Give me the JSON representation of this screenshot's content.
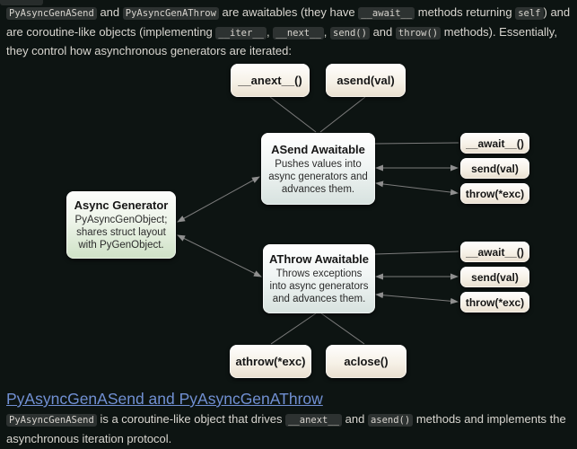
{
  "page": {
    "bg_color": "#0d1412",
    "text_color": "#d9d6d0",
    "link_color": "#7190d3",
    "code_bg_color": "#2d3231"
  },
  "intro": {
    "segments": [
      {
        "type": "code",
        "text": "PyAsyncGenASend"
      },
      {
        "type": "text",
        "text": " and "
      },
      {
        "type": "code",
        "text": "PyAsyncGenAThrow"
      },
      {
        "type": "text",
        "text": " are awaitables (they have "
      },
      {
        "type": "code",
        "text": "__await__"
      },
      {
        "type": "text",
        "text": " methods returning "
      },
      {
        "type": "code",
        "text": "self"
      },
      {
        "type": "text",
        "text": ") and are coroutine-like objects (implementing "
      },
      {
        "type": "code",
        "text": "__iter__"
      },
      {
        "type": "text",
        "text": ", "
      },
      {
        "type": "code",
        "text": "__next__"
      },
      {
        "type": "text",
        "text": ", "
      },
      {
        "type": "code",
        "text": "send()"
      },
      {
        "type": "text",
        "text": " and "
      },
      {
        "type": "code",
        "text": "throw()"
      },
      {
        "type": "text",
        "text": " methods). Essentially, they control how asynchronous generators are iterated:"
      }
    ]
  },
  "diagram": {
    "anext_pill": "__anext__()",
    "asend_pill": "asend(val)",
    "asend_awaitable": {
      "title": "ASend Awaitable",
      "desc": "Pushes values into async generators and advances them."
    },
    "async_generator": {
      "title": "Async Generator",
      "desc": "PyAsyncGenObject; shares struct layout with PyGenObject."
    },
    "athrow_awaitable": {
      "title": "AThrow Awaitable",
      "desc": "Throws exceptions into async generators and advances them."
    },
    "asend_methods": [
      "__await__()",
      "send(val)",
      "throw(*exc)"
    ],
    "athrow_methods": [
      "__await__()",
      "send(val)",
      "throw(*exc)"
    ],
    "athrow_pill": "athrow(*exc)",
    "aclose_pill": "aclose()",
    "line_color": "#7b7b7b"
  },
  "heading": {
    "text": "PyAsyncGenASend and PyAsyncGenAThrow"
  },
  "outro": {
    "segments": [
      {
        "type": "code",
        "text": "PyAsyncGenASend"
      },
      {
        "type": "text",
        "text": " is a coroutine-like object that drives "
      },
      {
        "type": "code",
        "text": "__anext__"
      },
      {
        "type": "text",
        "text": " and "
      },
      {
        "type": "code",
        "text": "asend()"
      },
      {
        "type": "text",
        "text": " methods and implements the asynchronous iteration protocol."
      }
    ]
  }
}
